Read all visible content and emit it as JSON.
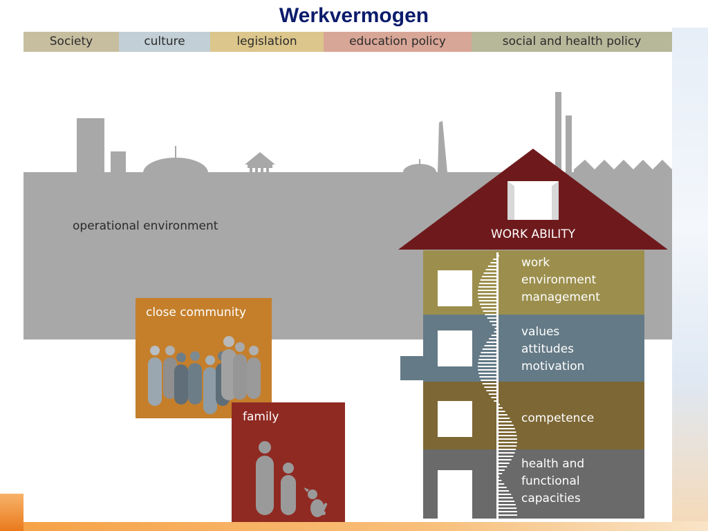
{
  "title": "Werkvermogen",
  "categories": [
    {
      "label": "Society",
      "color": "#c7bea0"
    },
    {
      "label": "culture",
      "color": "#c2cfd6"
    },
    {
      "label": "legislation",
      "color": "#dcc68b"
    },
    {
      "label": "education policy",
      "color": "#d8a697"
    },
    {
      "label": "social and health policy",
      "color": "#b7b89a"
    }
  ],
  "diagram": {
    "operational_environment": "operational environment",
    "close_community": "close community",
    "family": "family",
    "work_ability": "WORK ABILITY",
    "floors": [
      {
        "lines": [
          "work",
          "environment",
          "management"
        ],
        "color": "#9c8f4d"
      },
      {
        "lines": [
          "values",
          "attitudes",
          "motivation"
        ],
        "color": "#647a86"
      },
      {
        "lines": [
          "competence"
        ],
        "color": "#7d6735"
      },
      {
        "lines": [
          "health and",
          "functional",
          "capacities"
        ],
        "color": "#6a6a6a"
      }
    ],
    "colors": {
      "city": "#a8a8a8",
      "roof": "#6e1a1c",
      "community": "#c57f2b",
      "family": "#8f2a22"
    }
  }
}
